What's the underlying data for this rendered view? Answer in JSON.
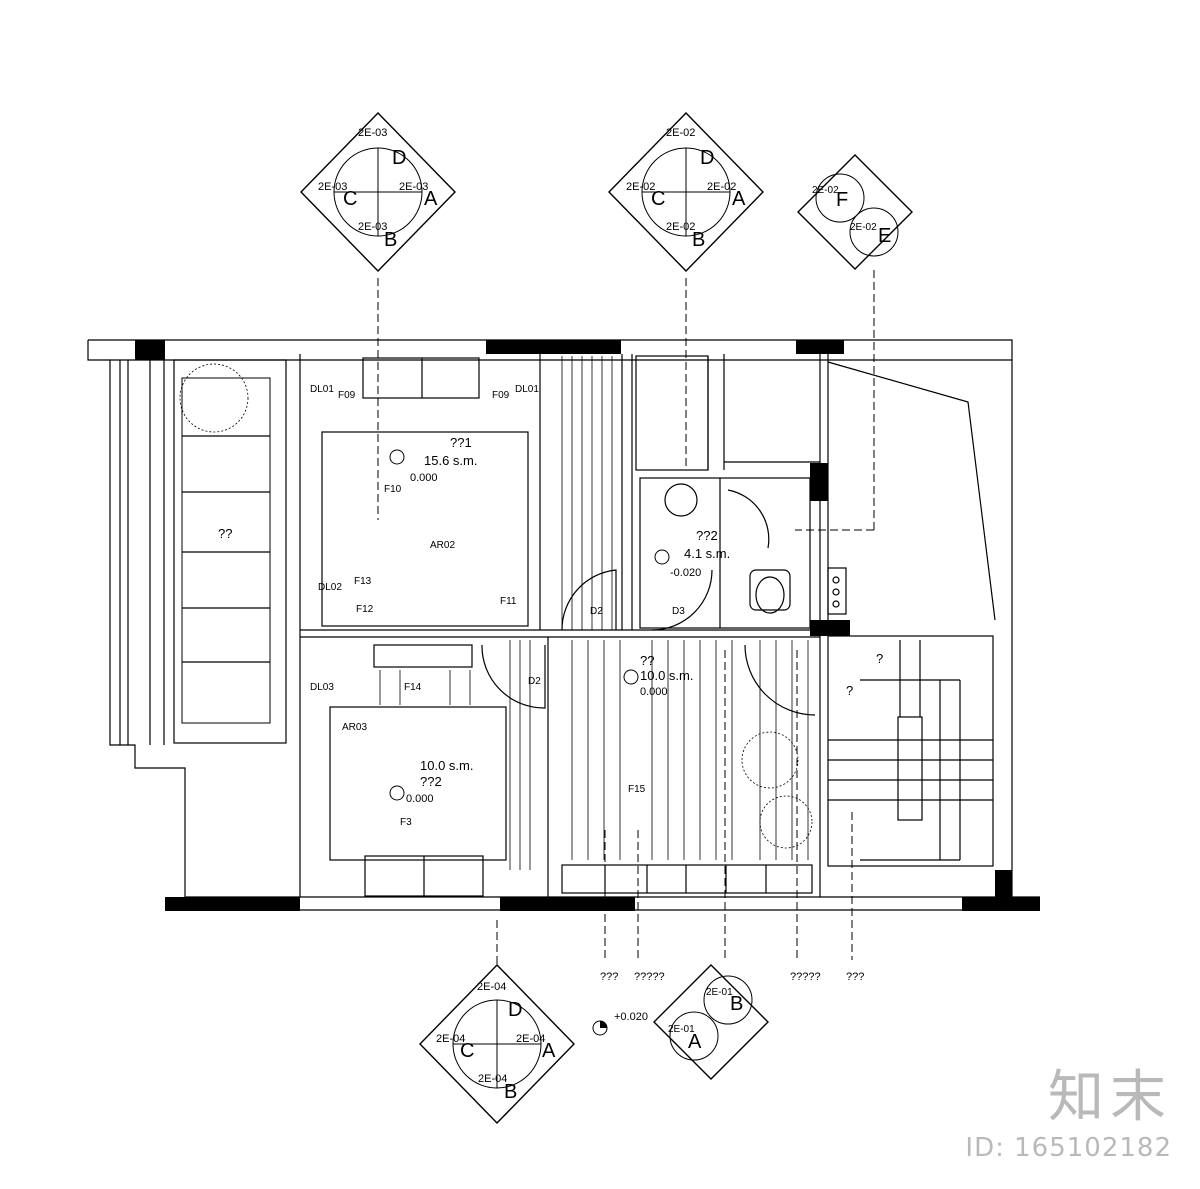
{
  "elevation_markers": {
    "top_left": {
      "A": "A",
      "B": "B",
      "C": "C",
      "D": "D",
      "ref": "2E-03"
    },
    "top_center": {
      "A": "A",
      "B": "B",
      "C": "C",
      "D": "D",
      "ref": "2E-02"
    },
    "top_right": {
      "E": "E",
      "F": "F",
      "ref": "2E-02"
    },
    "bottom_center": {
      "A": "A",
      "B": "B",
      "C": "C",
      "D": "D",
      "ref": "2E-04"
    },
    "bottom_right": {
      "A": "A",
      "B": "B",
      "ref": "2E-01"
    }
  },
  "rooms": {
    "bedroom1": {
      "name": "??1",
      "area": "15.6 s.m.",
      "level": "0.000",
      "tag": "AR02"
    },
    "bathroom": {
      "name": "??2",
      "area": "4.1 s.m.",
      "level": "-0.020"
    },
    "bedroom2": {
      "name": "??2",
      "area": "10.0 s.m.",
      "level": "0.000",
      "tag": "AR03"
    },
    "living": {
      "name": "??",
      "area": "10.0 s.m.",
      "level": "0.000"
    },
    "balcony": {
      "name": "??"
    },
    "stair_labels": [
      "?",
      "?"
    ]
  },
  "furniture_tags": [
    "F09",
    "F09",
    "F10",
    "F13",
    "F12",
    "F11",
    "F14",
    "F3",
    "F15"
  ],
  "door_tags": [
    "D2",
    "D3",
    "D2"
  ],
  "window_tags": [
    "DL01",
    "DL01",
    "DL02",
    "DL03"
  ],
  "callouts": [
    "???",
    "?????",
    "?????",
    "???"
  ],
  "level_marker": "+0.020",
  "watermark": {
    "logo": "知末",
    "id": "ID: 165102182"
  }
}
